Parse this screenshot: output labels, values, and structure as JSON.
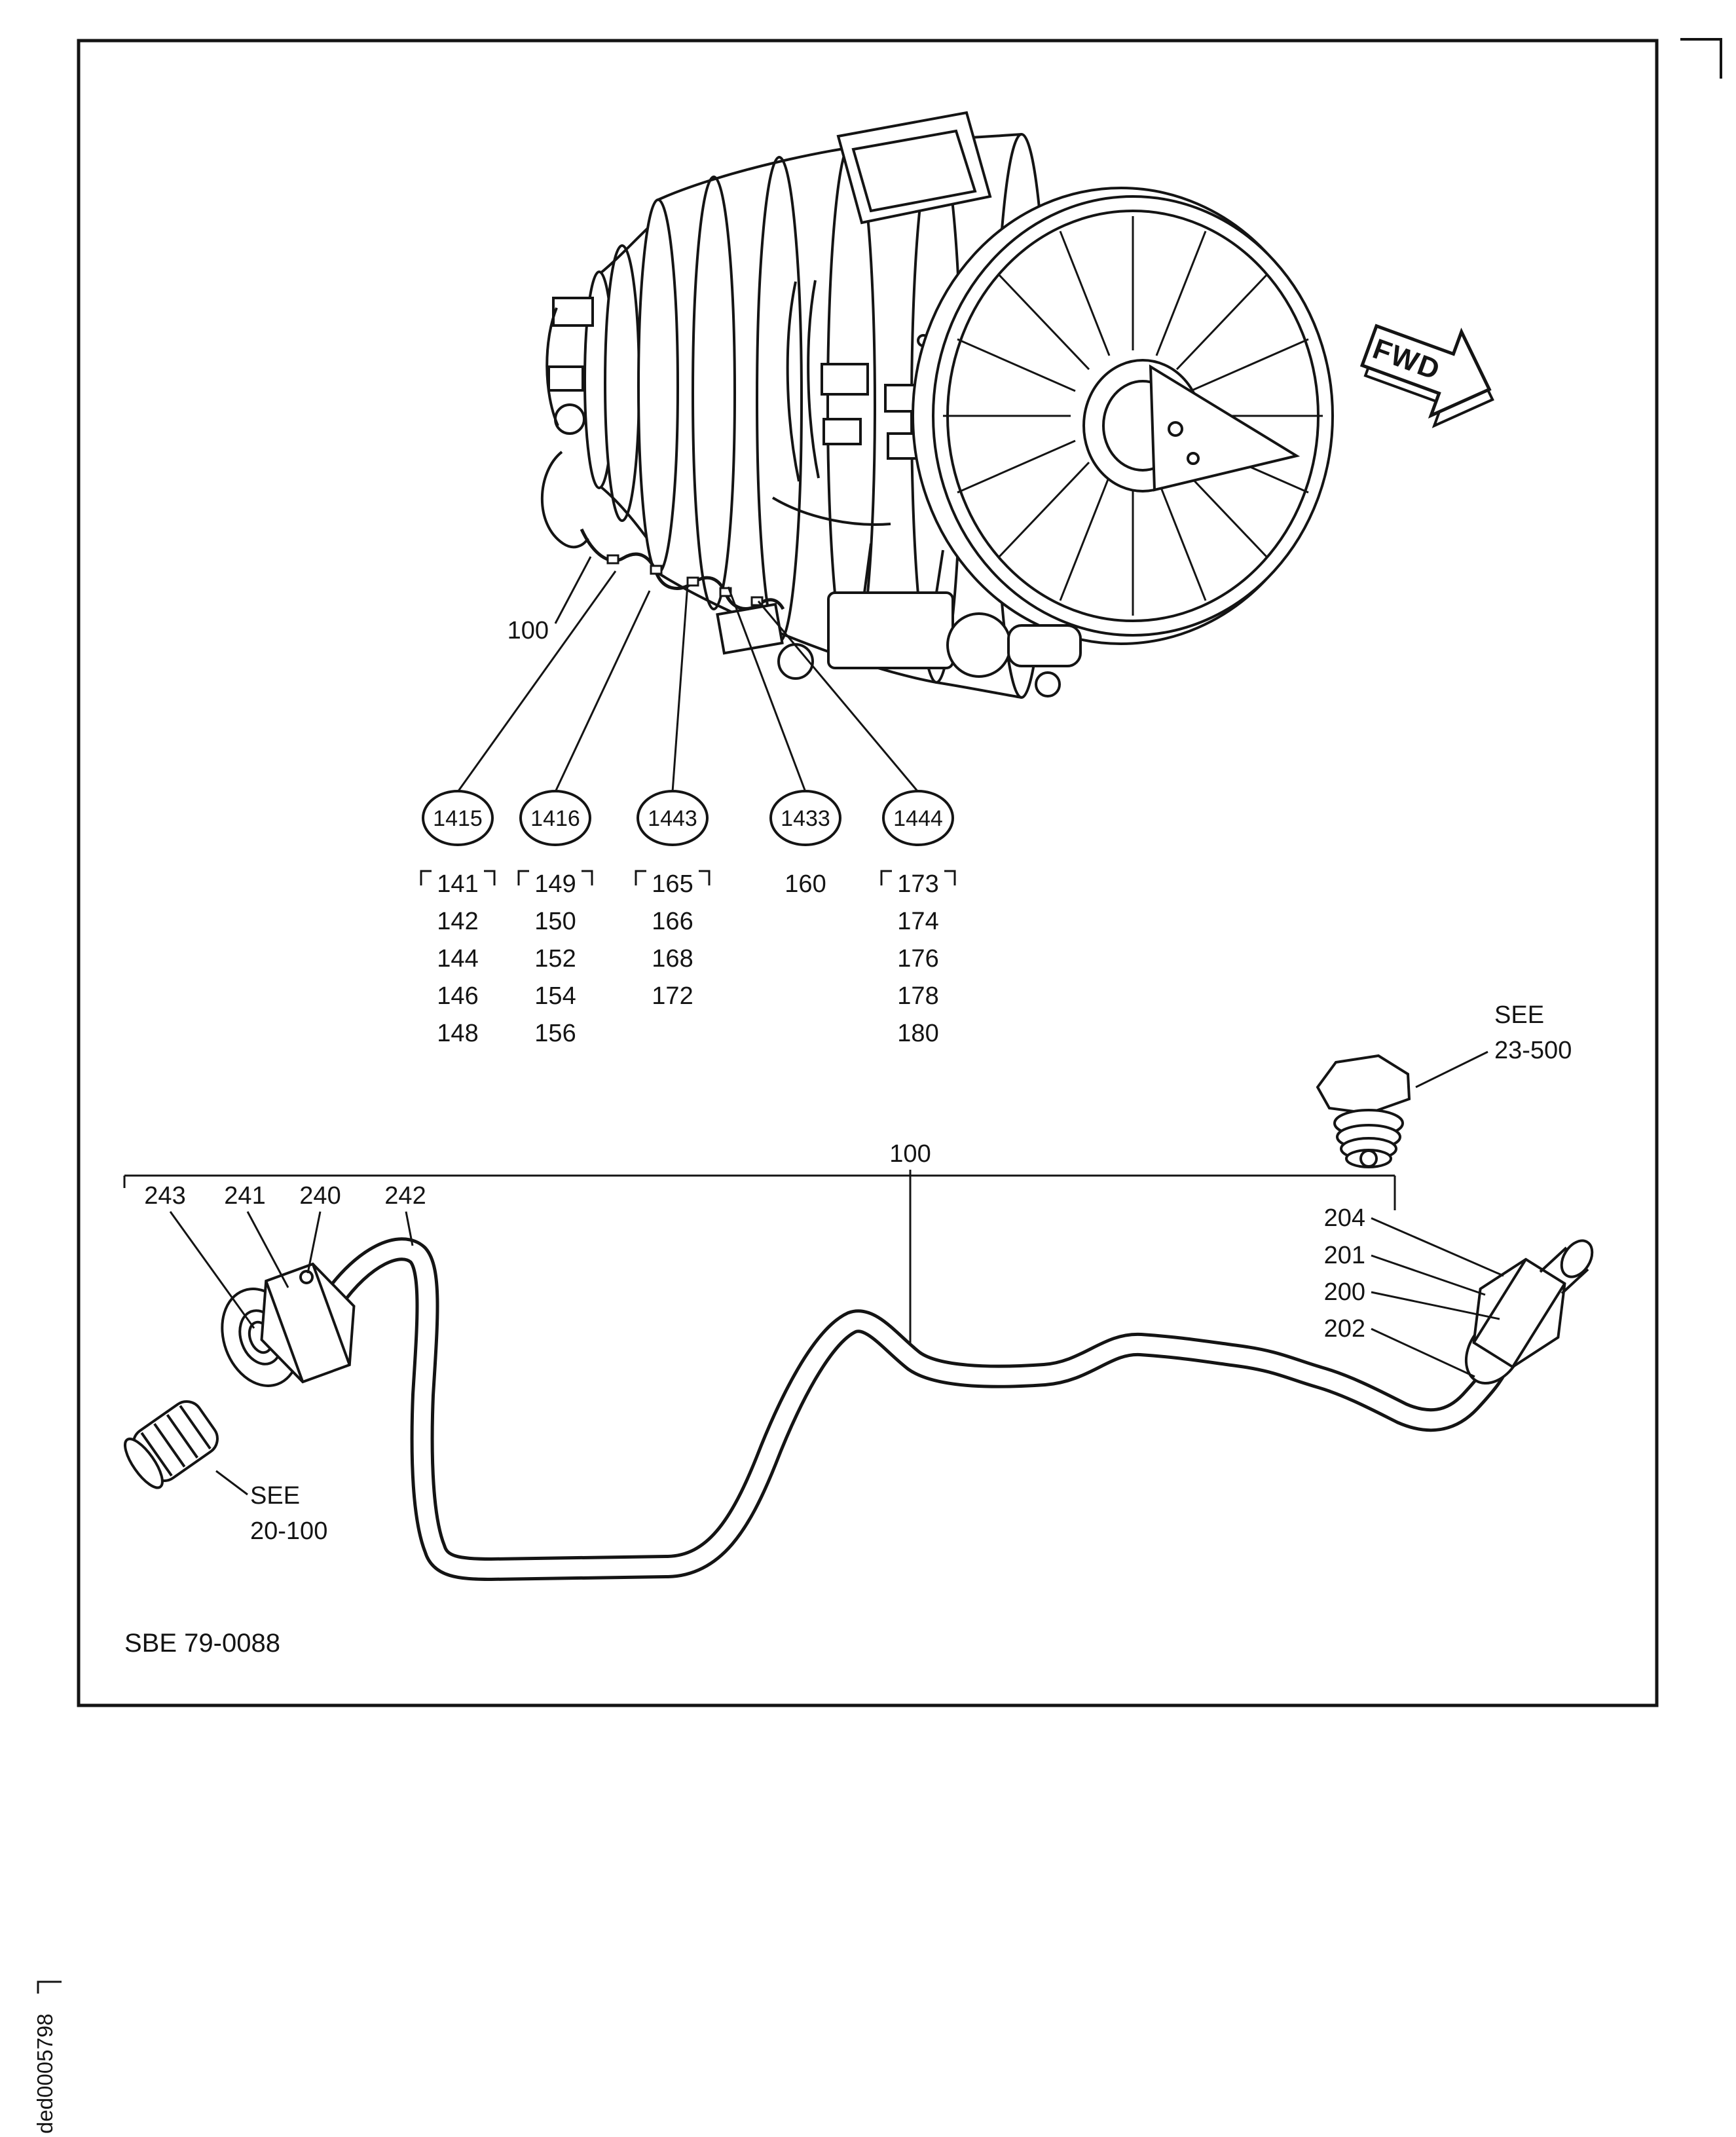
{
  "page": {
    "figure_code": "SBE 79-0088",
    "doc_number": "ded0005798"
  },
  "direction_arrow": {
    "label": "FWD"
  },
  "engine_view": {
    "harness_label": "100"
  },
  "callouts": [
    {
      "ref": "1415",
      "items": [
        "141",
        "142",
        "144",
        "146",
        "148"
      ]
    },
    {
      "ref": "1416",
      "items": [
        "149",
        "150",
        "152",
        "154",
        "156"
      ]
    },
    {
      "ref": "1443",
      "items": [
        "165",
        "166",
        "168",
        "172"
      ]
    },
    {
      "ref": "1433",
      "items": [
        "160"
      ]
    },
    {
      "ref": "1444",
      "items": [
        "173",
        "174",
        "176",
        "178",
        "180"
      ]
    }
  ],
  "detail_view": {
    "assembly_label": "100",
    "left_callouts": [
      "243",
      "241",
      "240",
      "242"
    ],
    "right_callouts": [
      "204",
      "201",
      "200",
      "202"
    ],
    "see_reference_left": {
      "line1": "SEE",
      "line2": "20-100"
    },
    "see_reference_right": {
      "line1": "SEE",
      "line2": "23-500"
    }
  }
}
